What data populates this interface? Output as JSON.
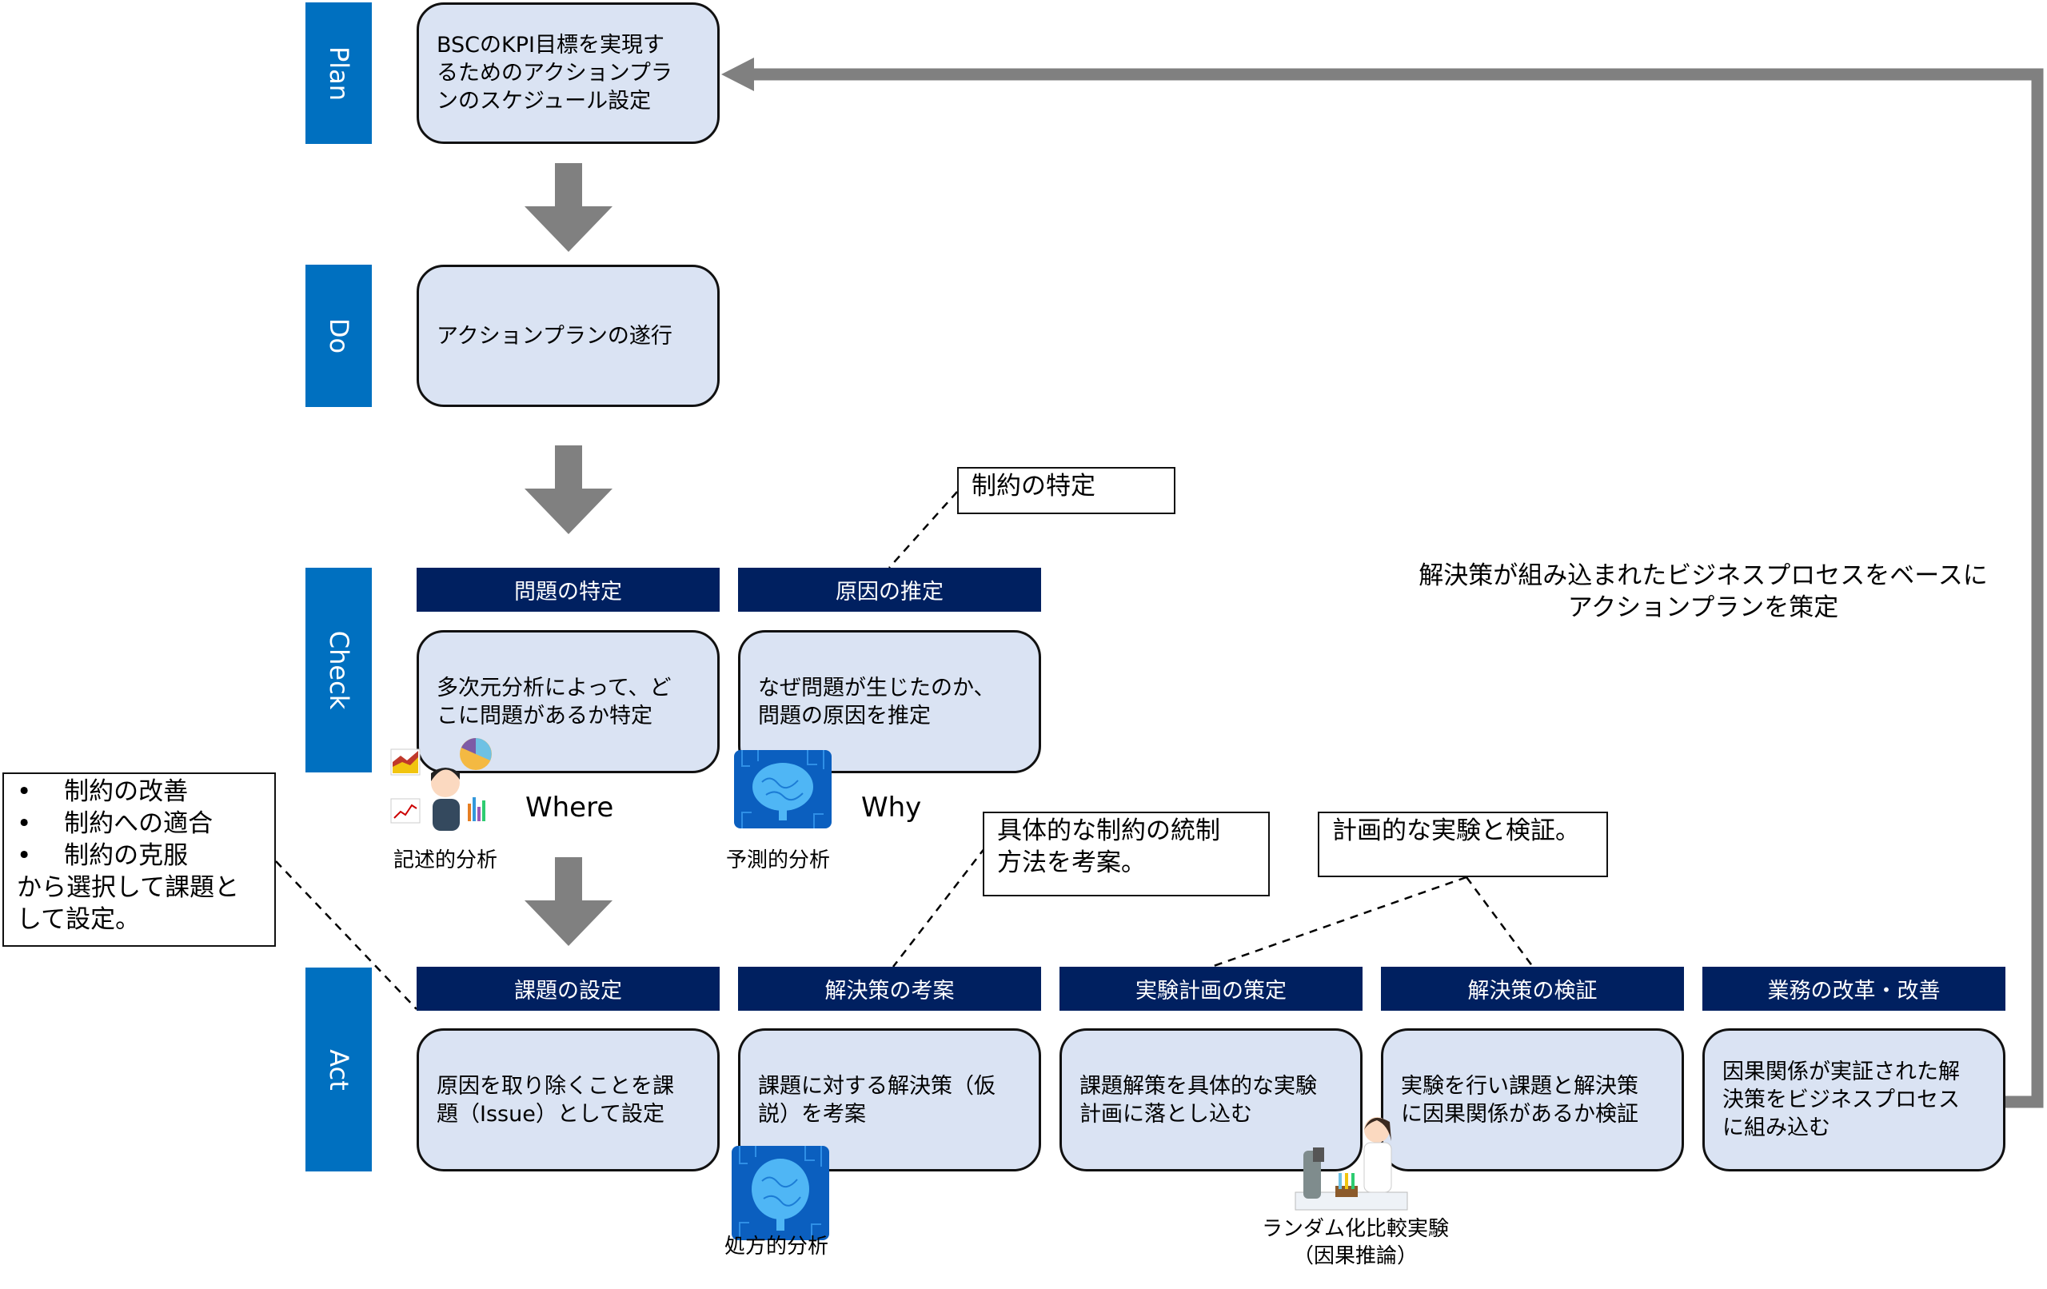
{
  "phases": {
    "plan": "Plan",
    "do": "Do",
    "check": "Check",
    "act": "Act"
  },
  "plan_box": "BSCのKPI目標を実現す\nるためのアクションプラ\nンのスケジュール設定",
  "do_box": "アクションプランの遂行",
  "check": {
    "headers": [
      "問題の特定",
      "原因の推定"
    ],
    "boxes": [
      "多次元分析によって、ど\nこに問題があるか特定",
      "なぜ問題が生じたのか、\n問題の原因を推定"
    ],
    "where_label": "Where",
    "why_label": "Why",
    "descriptive_label": "記述的分析",
    "predictive_label": "予測的分析"
  },
  "act": {
    "headers": [
      "課題の設定",
      "解決策の考案",
      "実験計画の策定",
      "解決策の検証",
      "業務の改革・改善"
    ],
    "boxes": [
      "原因を取り除くことを課\n題（Issue）として設定",
      "課題に対する解決策（仮\n説）を考案",
      "課題解策を具体的な実験\n計画に落とし込む",
      "実験を行い課題と解決策\nに因果関係があるか検証",
      "因果関係が実証された解\n決策をビジネスプロセス\nに組み込む"
    ],
    "prescriptive_label": "処方的分析",
    "rct_label": "ランダム化比較実験\n（因果推論）"
  },
  "notes": {
    "constraint_identify": "制約の特定",
    "constraint_options": "•　 制約の改善\n•　 制約への適合\n•　 制約の克服\nから選択して課題と\nして設定。",
    "control_method": "具体的な制約の統制\n方法を考案。",
    "planned_experiment": "計画的な実験と検証。"
  },
  "feedback_text": "解決策が組み込まれたビジネスプロセスをベースに\nアクションプランを策定",
  "colors": {
    "phase": "#0070C0",
    "header": "#002060",
    "box_fill": "#DAE3F3",
    "arrow": "#808080"
  }
}
